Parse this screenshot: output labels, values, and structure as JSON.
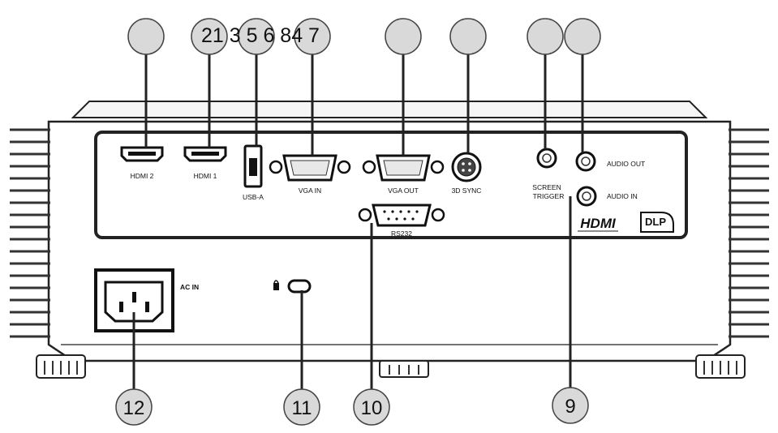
{
  "top_numbers_text": "21 3 5 6 84 7",
  "callouts": [
    {
      "id": "12",
      "label": "12"
    },
    {
      "id": "11",
      "label": "11"
    },
    {
      "id": "10",
      "label": "10"
    },
    {
      "id": "9",
      "label": "9"
    }
  ],
  "port_labels": {
    "hdmi2": "HDMI 2",
    "hdmi1": "HDMI 1",
    "usb": "USB-A",
    "vga_in": "VGA IN",
    "vga_out": "VGA OUT",
    "sync3d": "3D SYNC",
    "screen_trigger_1": "SCREEN",
    "screen_trigger_2": "TRIGGER",
    "audio_out": "AUDIO OUT",
    "audio_in": "AUDIO IN",
    "rs232": "RS232",
    "ac": "AC IN"
  },
  "logos": {
    "hdmi": "HDMI",
    "dlp": "DLP"
  },
  "colors": {
    "panel": "#303030",
    "body": "#ffffff",
    "outline": "#222222",
    "callout_fill": "#d9d9d9",
    "leader": "#222222"
  }
}
